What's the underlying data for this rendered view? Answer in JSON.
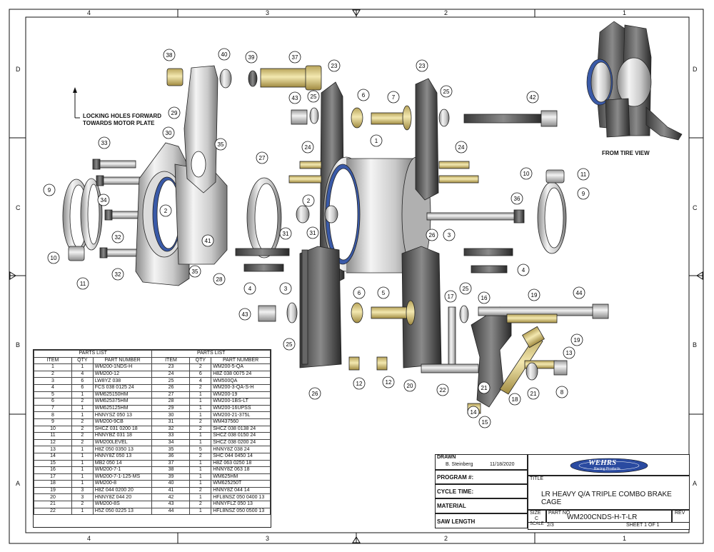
{
  "zones": {
    "top": [
      "4",
      "3",
      "2",
      "1"
    ],
    "side": [
      "D",
      "C",
      "B",
      "A"
    ]
  },
  "notes": {
    "locking_holes": [
      "LOCKING HOLES FORWARD",
      "TOWARDS MOTOR PLATE"
    ],
    "from_tire_view": "FROM TIRE VIEW"
  },
  "balloons": [
    "38",
    "40",
    "39",
    "37",
    "23",
    "23",
    "29",
    "43",
    "25",
    "6",
    "7",
    "25",
    "42",
    "30",
    "35",
    "27",
    "1",
    "33",
    "24",
    "24",
    "10",
    "11",
    "9",
    "34",
    "2",
    "9",
    "36",
    "32",
    "2",
    "31",
    "31",
    "41",
    "26",
    "3",
    "10",
    "32",
    "35",
    "28",
    "4",
    "3",
    "4",
    "11",
    "25",
    "6",
    "5",
    "17",
    "16",
    "19",
    "44",
    "43",
    "25",
    "19",
    "13",
    "12",
    "12",
    "20",
    "22",
    "21",
    "18",
    "21",
    "8",
    "26",
    "14",
    "15"
  ],
  "parts_list": {
    "caption": "PARTS LIST",
    "headers": [
      "ITEM",
      "QTY",
      "PART NUMBER"
    ],
    "left": [
      [
        "1",
        "1",
        "WM200-1NDS-H"
      ],
      [
        "2",
        "4",
        "WM200-12"
      ],
      [
        "3",
        "6",
        "LW8YZ 038"
      ],
      [
        "4",
        "6",
        "FCS 038 0125 24"
      ],
      [
        "5",
        "1",
        "WM625150HM"
      ],
      [
        "6",
        "2",
        "WM625375HM"
      ],
      [
        "7",
        "1",
        "WM625125HM"
      ],
      [
        "8",
        "1",
        "HNNYSZ 050 13"
      ],
      [
        "9",
        "2",
        "WM200-9CB"
      ],
      [
        "10",
        "2",
        "SHCZ 031 0200 18"
      ],
      [
        "11",
        "2",
        "HNNYBZ 031 18"
      ],
      [
        "12",
        "2",
        "WM200LEVEL"
      ],
      [
        "13",
        "1",
        "H8Z 050 0350 13"
      ],
      [
        "14",
        "1",
        "HNNY8Z 050 13"
      ],
      [
        "15",
        "1",
        "MB2 050 14"
      ],
      [
        "16",
        "1",
        "WM200-7-1"
      ],
      [
        "17",
        "1",
        "WM200-7-1-125-MS"
      ],
      [
        "18",
        "1",
        "WM200-8"
      ],
      [
        "19",
        "3",
        "H8Z 044 0200 20"
      ],
      [
        "20",
        "3",
        "HNNY8Z 044 20"
      ],
      [
        "21",
        "2",
        "WM200-8S"
      ],
      [
        "22",
        "1",
        "H5Z 050 0225 13"
      ]
    ],
    "right": [
      [
        "23",
        "2",
        "WM200-5-QA"
      ],
      [
        "24",
        "6",
        "H8Z 038 0075 24"
      ],
      [
        "25",
        "4",
        "WM500QA"
      ],
      [
        "26",
        "2",
        "WM200-3-QA-S-H"
      ],
      [
        "27",
        "1",
        "WM200-19"
      ],
      [
        "28",
        "1",
        "WM200-1BS-LT"
      ],
      [
        "29",
        "1",
        "WM200-16UPSS"
      ],
      [
        "30",
        "1",
        "WM200-21-375L"
      ],
      [
        "31",
        "2",
        "WM437560"
      ],
      [
        "32",
        "2",
        "SHCZ 038 0138 24"
      ],
      [
        "33",
        "1",
        "SHCZ 038 0150 24"
      ],
      [
        "34",
        "1",
        "SHCZ 038 0200 24"
      ],
      [
        "35",
        "5",
        "HNNY8Z 038 24"
      ],
      [
        "36",
        "2",
        "SHC 044 0450 14"
      ],
      [
        "37",
        "1",
        "H8Z 063 0250 18"
      ],
      [
        "38",
        "1",
        "HNNY8Z 063 18"
      ],
      [
        "39",
        "1",
        "WM625HM"
      ],
      [
        "40",
        "1",
        "WM625250T"
      ],
      [
        "41",
        "2",
        "HNNY8Z 044 14"
      ],
      [
        "42",
        "1",
        "HFL8NSZ 050 0400 13"
      ],
      [
        "43",
        "2",
        "HNNYFLZ 050 13"
      ],
      [
        "44",
        "1",
        "HFL8NSZ 050 0500 13"
      ]
    ]
  },
  "title_block": {
    "drawn_label": "DRAWN",
    "drawn_by": "B. Steinberg",
    "drawn_date": "11/18/2020",
    "program_label": "PROGRAM #:",
    "cycle_label": "CYCLE TIME:",
    "material_label": "MATERIAL",
    "saw_label": "SAW LENGTH",
    "logo_text": "WEHRS",
    "logo_sub": "Racing Products",
    "title_label": "TITLE",
    "title": "LR HEAVY Q/A TRIPLE COMBO BRAKE CAGE",
    "size_label": "SIZE",
    "size": "C",
    "partno_label": "PART NO",
    "partno": "WM200CNDS-H-T-LR",
    "rev_label": "REV",
    "scale_label": "SCALE",
    "scale": "2/3",
    "sheet": "SHEET 1  OF 1"
  }
}
